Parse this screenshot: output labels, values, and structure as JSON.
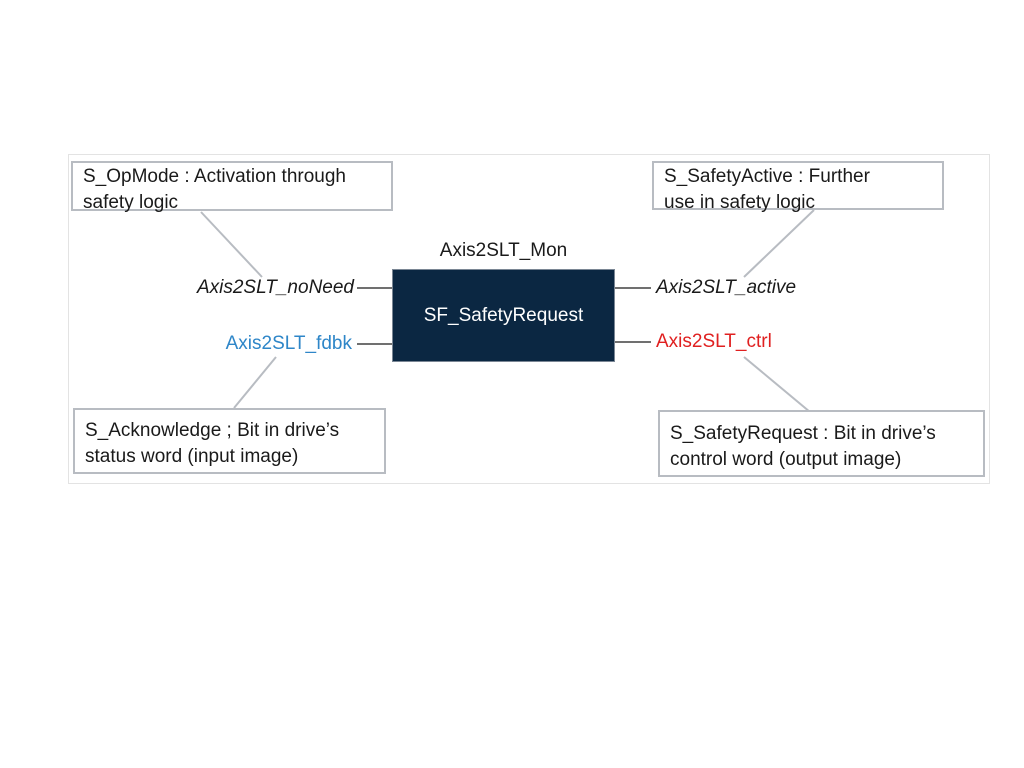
{
  "diagram": {
    "block": {
      "instance_name": "Axis2SLT_Mon",
      "type_name": "SF_SafetyRequest"
    },
    "pins": {
      "in_top": {
        "label": "Axis2SLT_noNeed",
        "color": "#1a1a1a",
        "style": "italic"
      },
      "in_bottom": {
        "label": "Axis2SLT_fdbk",
        "color": "#2e86c8",
        "style": "normal"
      },
      "out_top": {
        "label": "Axis2SLT_active",
        "color": "#1a1a1a",
        "style": "italic"
      },
      "out_bottom": {
        "label": "Axis2SLT_ctrl",
        "color": "#e02020",
        "style": "normal"
      }
    },
    "notes": {
      "opmode": {
        "line1": "S_OpMode : Activation through",
        "line2": "safety logic"
      },
      "safety_active": {
        "line1": "S_SafetyActive : Further",
        "line2": "use in safety logic"
      },
      "acknowledge": {
        "line1": "S_Acknowledge ; Bit in drive’s",
        "line2": "status word (input image)"
      },
      "safety_request": {
        "line1": "S_SafetyRequest : Bit in drive’s",
        "line2": "control word (output image)"
      }
    },
    "colors": {
      "block_fill": "#0b2742",
      "note_border": "#b8bcc2",
      "callout_line": "#b8bcc2"
    }
  }
}
